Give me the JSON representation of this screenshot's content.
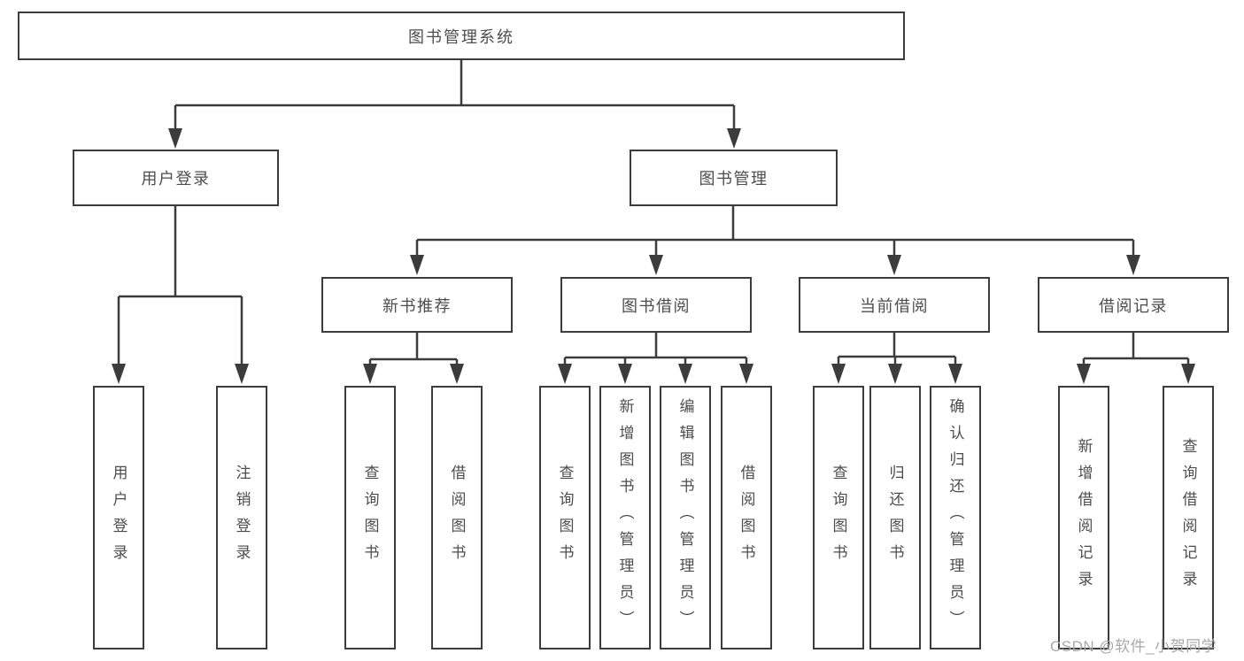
{
  "tree": {
    "root": {
      "label": "图书管理系统"
    },
    "branches": [
      {
        "label": "用户登录",
        "children": [
          {
            "label": "用户登录"
          },
          {
            "label": "注销登录"
          }
        ]
      },
      {
        "label": "图书管理",
        "sections": [
          {
            "label": "新书推荐",
            "children": [
              {
                "label": "查询图书"
              },
              {
                "label": "借阅图书"
              }
            ]
          },
          {
            "label": "图书借阅",
            "children": [
              {
                "label": "查询图书"
              },
              {
                "label": "新增图书（管理员）"
              },
              {
                "label": "编辑图书（管理员）"
              },
              {
                "label": "借阅图书"
              }
            ]
          },
          {
            "label": "当前借阅",
            "children": [
              {
                "label": "查询图书"
              },
              {
                "label": "归还图书"
              },
              {
                "label": "确认归还（管理员）"
              }
            ]
          },
          {
            "label": "借阅记录",
            "children": [
              {
                "label": "新增借阅记录"
              },
              {
                "label": "查询借阅记录"
              }
            ]
          }
        ]
      }
    ]
  },
  "watermark": {
    "text": "CSDN @软件_小贺同学"
  },
  "colors": {
    "line": "#3c3c3c",
    "text": "#4d4d4d",
    "watermark": "#a8a8a8",
    "background": "#ffffff"
  }
}
